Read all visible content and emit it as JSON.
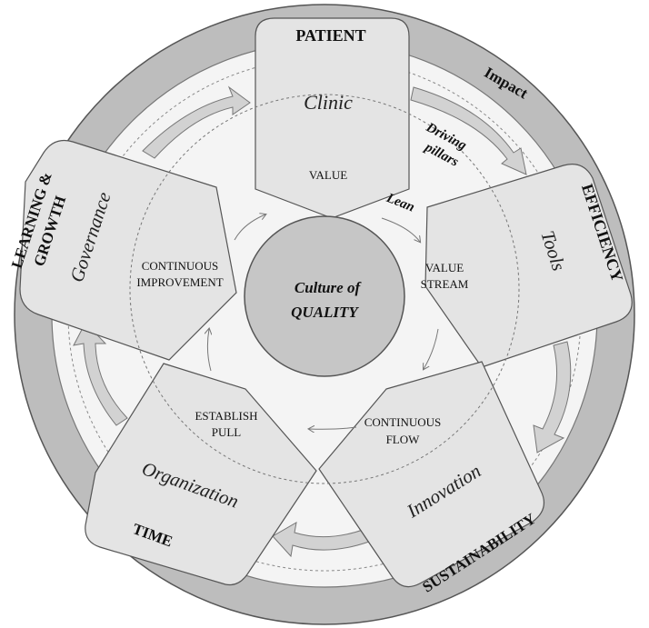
{
  "outer_ring": {
    "patient": "PATIENT",
    "efficiency": "EFFICIENCY",
    "sustainability": "SUSTAINABILITY",
    "time": "TIME",
    "learning": "LEARNING &",
    "growth": "GROWTH",
    "impact": "Impact",
    "driving": "Driving",
    "pillars": "pillars"
  },
  "pillars": {
    "clinic": "Clinic",
    "tools": "Tools",
    "innovation": "Innovation",
    "organization": "Organization",
    "governance": "Governance"
  },
  "lean_principles": {
    "value": "VALUE",
    "value_stream_1": "VALUE",
    "value_stream_2": "STREAM",
    "continuous_flow_1": "CONTINUOUS",
    "continuous_flow_2": "FLOW",
    "establish_pull_1": "ESTABLISH",
    "establish_pull_2": "PULL",
    "continuous_improvement_1": "CONTINUOUS",
    "continuous_improvement_2": "IMPROVEMENT",
    "lean": "Lean"
  },
  "center": {
    "line1": "Culture of",
    "line2": "QUALITY"
  },
  "colors": {
    "ring": "#bdbdbd",
    "pillar_fill": "#e4e4e4",
    "center_fill": "#c6c6c6",
    "arrow_fill": "#d2d2d2",
    "stroke": "#555555"
  }
}
